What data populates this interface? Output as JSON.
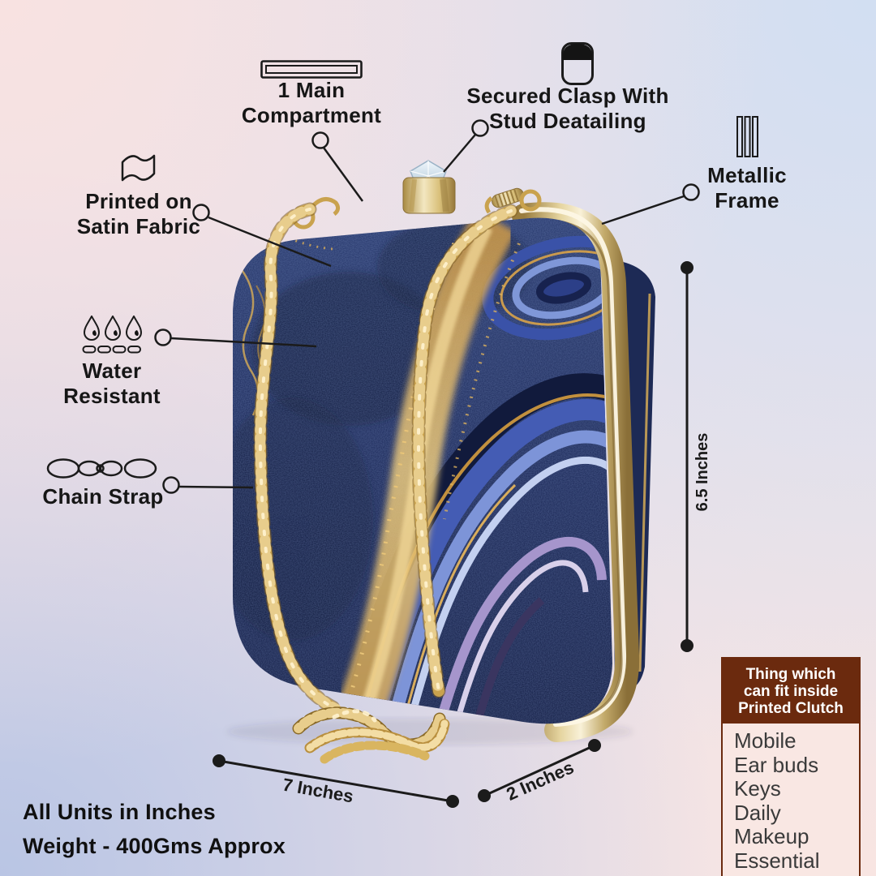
{
  "callouts": {
    "compartment": {
      "line1": "1 Main",
      "line2": "Compartment",
      "icon": "slot-rectangle-icon"
    },
    "clasp": {
      "line1": "Secured Clasp With",
      "line2": "Stud Deatailing",
      "icon": "clasp-dome-icon"
    },
    "metallic_frame": {
      "line1": "Metallic",
      "line2": "Frame",
      "icon": "vertical-bars-icon"
    },
    "satin": {
      "line1": "Printed on",
      "line2": "Satin Fabric",
      "icon": "fabric-flag-icon"
    },
    "water": {
      "line1": "Water",
      "line2": "Resistant",
      "icon": "water-drops-icon"
    },
    "chain": {
      "line1": "Chain Strap",
      "icon": "chain-links-icon"
    }
  },
  "dimensions": {
    "height": "6.5 Inches",
    "width": "7 Inches",
    "depth": "2 Inches"
  },
  "notes": {
    "units": "All Units in Inches",
    "weight": "Weight - 400Gms Approx"
  },
  "fit_box": {
    "title_lines": [
      "Thing which",
      "can fit inside",
      "Printed Clutch"
    ],
    "items": [
      "Mobile",
      "Ear buds",
      "Keys",
      "Daily Makeup",
      "Essential"
    ]
  },
  "colors": {
    "ink": "#1b1b1b",
    "header_brown": "#6b2a0e",
    "box_body_pink": "#f9e7e3",
    "gold": "#c9a24e",
    "navy": "#1b2a5c",
    "bg_top_left": "#f8e2e1",
    "bg_top_right": "#d2dff2",
    "bg_bottom_left": "#b9c5e4",
    "bg_bottom_right": "#f8e5e2"
  }
}
